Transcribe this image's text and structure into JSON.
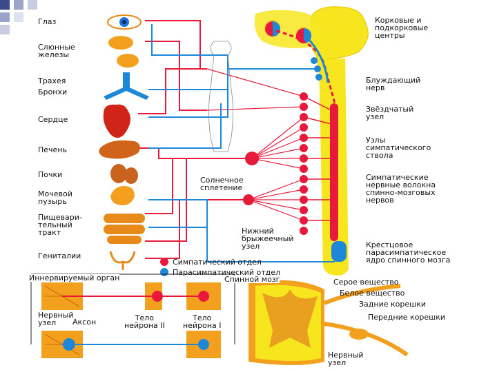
{
  "organs": {
    "eye": "Глаз",
    "salivary": "Слюнные\nжелезы",
    "trachea": "Трахея",
    "bronchi": "Бронхи",
    "heart": "Сердце",
    "liver": "Печень",
    "kidneys": "Почки",
    "bladder": "Мочевой\nпузырь",
    "digestive": "Пищевари-\nтельный\nтракт",
    "genitals": "Гениталии"
  },
  "right_labels": {
    "cortical": "Корковые и\nподкорковые\nцентры",
    "vagus": "Блуждающий\nнерв",
    "stellate": "Звёздчатый\nузел",
    "sympathetic_trunk": "Узлы\nсимпатического\nствола",
    "sympathetic_fibers": "Симпатические\nнервные волокна\nспинно-мозговых\nнервов",
    "sacral": "Крестцовое\nпарасимпатическое\nядро спинного мозга"
  },
  "center_labels": {
    "solar_plexus": "Солнечное\nсплетение",
    "inferior_mesenteric": "Нижний\nбрыжеечный\nузел"
  },
  "legend": {
    "sympathetic": "Симпатический отдел",
    "parasympathetic": "Парасимпатический отдел",
    "sympathetic_color": "#e8193a",
    "parasympathetic_color": "#1e88d8"
  },
  "bottom": {
    "innervated_organ": "Иннервируемый орган",
    "nerve_node": "Нервный\nузел",
    "axon": "Аксон",
    "body2": "Тело\nнейрона II",
    "body1": "Тело\nнейрона I",
    "spinal_cord": "Спинной мозг",
    "gray_matter": "Серое вещество",
    "white_matter": "Белое вещество",
    "posterior_roots": "Задние корешки",
    "anterior_roots": "Передние корешки",
    "nerve_node2": "Нервный\nузел"
  }
}
